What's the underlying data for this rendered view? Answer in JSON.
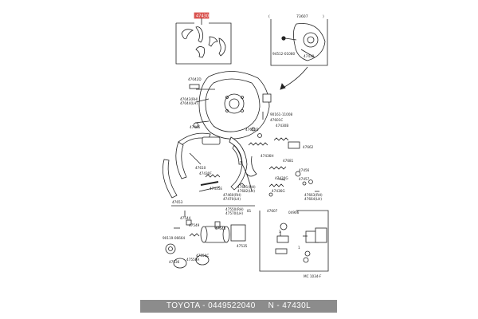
{
  "highlight_part": "47430L",
  "inset_header": {
    "paren_open": "(",
    "code": "73607",
    "paren_close": ")"
  },
  "labels": {
    "p47430": "47430",
    "p94512": "94512-01080",
    "p47042d": "47042D",
    "p47043rh": "47043(RH)",
    "p47044lh": "47044(LH)",
    "p90161": "90161-11008",
    "p47601c": "47601C",
    "p47466": "47466",
    "p47601d": "47601D",
    "p47430b": "47430B",
    "p47662": "47662",
    "p47610": "47610",
    "p47436h": "47436H",
    "p47681": "47681",
    "p47456": "47456",
    "p47430g": "47430G",
    "p47430f": "47430F",
    "p47435e": "47435E",
    "p47681rh": "47681(RH)",
    "p47682lh": "47682(LH)",
    "p47460rh": "47460(RH)",
    "p47470lh": "47470(LH)",
    "p47457": "47457",
    "p47436g": "47436G",
    "p47653": "47653",
    "p47663": "47663(RH)",
    "p47664": "47664(LH)",
    "p47550rh": "47550(RH)",
    "p47570lh": "47570(LH)",
    "p47544": "47544",
    "p47549": "47549",
    "p90119": "90119-06664",
    "p47545": "47545",
    "p47535": "47535",
    "p47550c": "47550C",
    "p47536": "47536",
    "p47550a": "47550A",
    "p04906": "04906",
    "p47607": "47607",
    "p81": "81",
    "p81b": "81",
    "p1_1": "1",
    "p1_2": "1",
    "ref": "MC 1034-F"
  },
  "caption": {
    "brand": "TOYOTA",
    "sep1": " - ",
    "part_number": "0449522040",
    "sep2": "     N - ",
    "code": "47430L"
  },
  "colors": {
    "highlight": "#d9534f",
    "caption_bg": "#8c8c8c",
    "caption_text": "#ffffff",
    "line": "#222222"
  }
}
